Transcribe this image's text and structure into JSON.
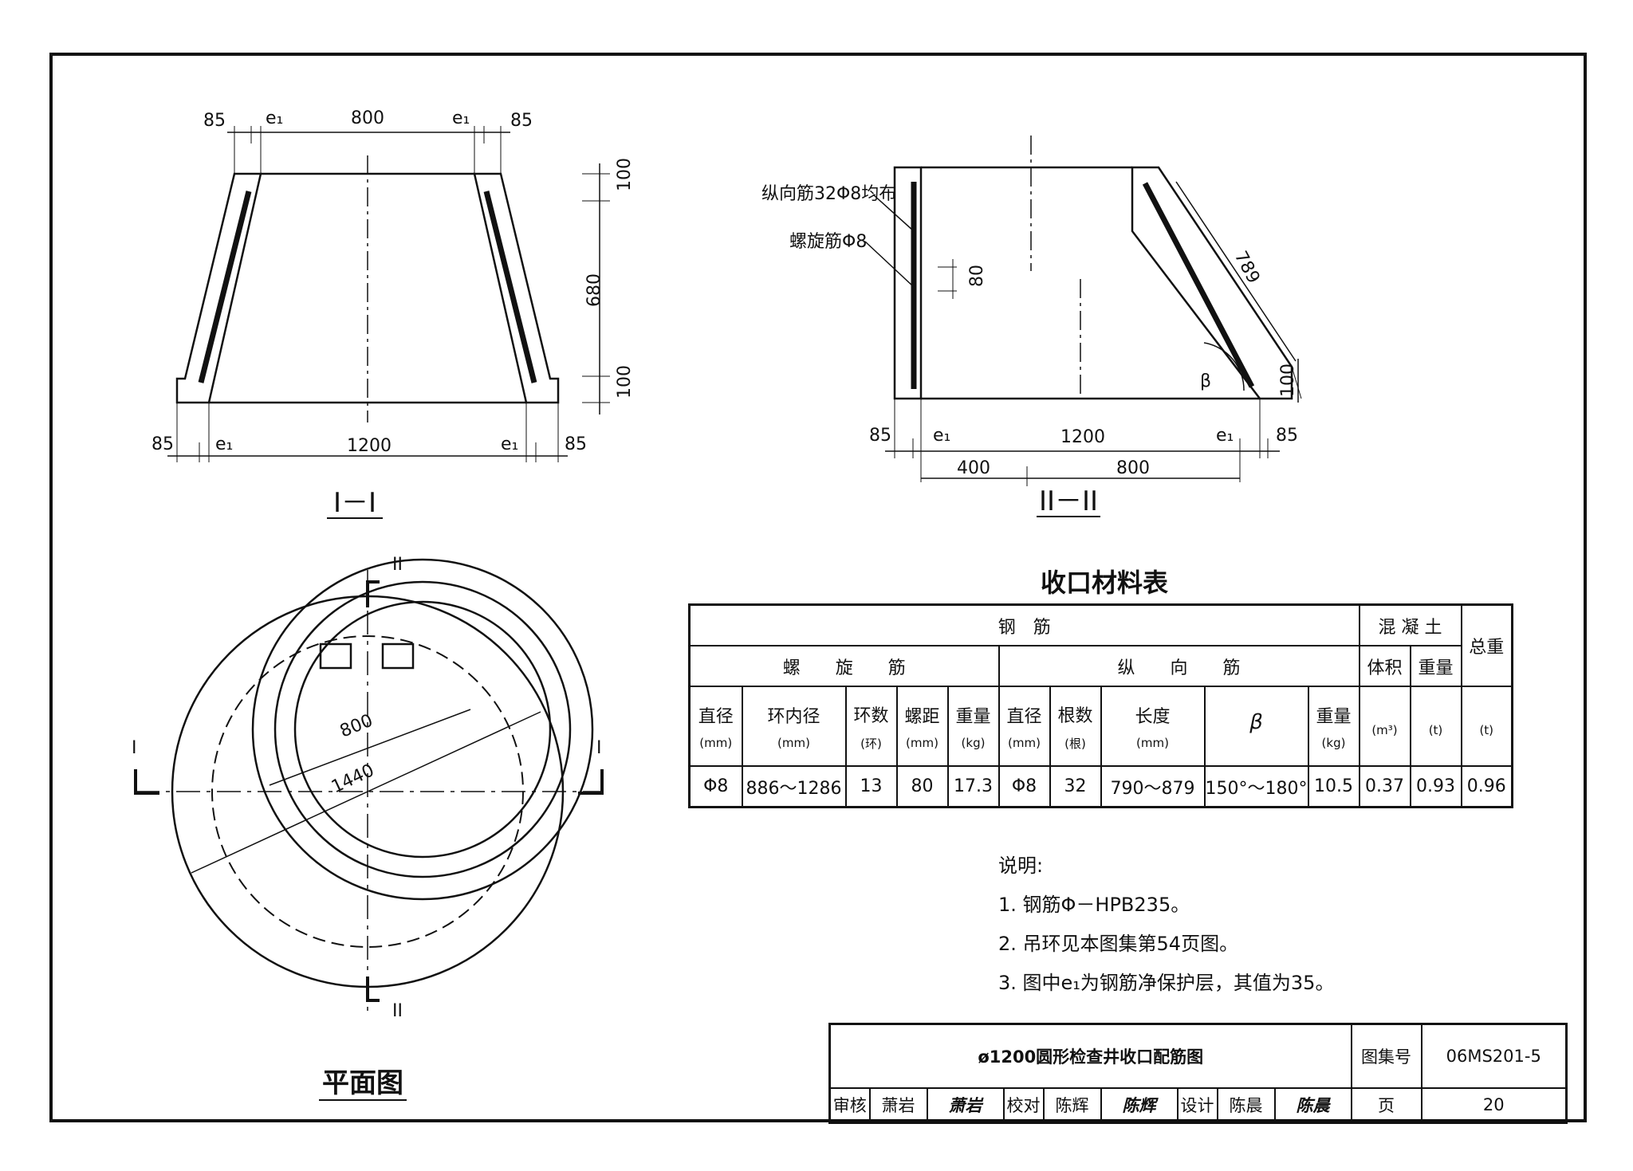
{
  "section1": {
    "caption": "I－I",
    "dims_top": [
      "85",
      "e₁",
      "800",
      "e₁",
      "85"
    ],
    "dims_bottom": [
      "85",
      "e₁",
      "1200",
      "e₁",
      "85"
    ],
    "dims_right": [
      "100",
      "680",
      "100"
    ]
  },
  "section2": {
    "caption": "II－II",
    "label_longitudinal": "纵向筋32Φ8均布",
    "label_spiral": "螺旋筋Φ8",
    "dim_spacing": "80",
    "dim_slope": "789",
    "dim_lip": "100",
    "angle_symbol": "β",
    "dims_bottom": [
      "85",
      "e₁",
      "1200",
      "e₁",
      "85"
    ],
    "dims_split": [
      "400",
      "800"
    ]
  },
  "plan": {
    "caption": "平面图",
    "cut_I": "I",
    "cut_II": "II",
    "dim_inner": "800",
    "dim_outer": "1440"
  },
  "material_table": {
    "title": "收口材料表",
    "header_steel": "钢　筋",
    "header_concrete": "混 凝 土",
    "header_total": "总重",
    "header_spiral": "螺　　旋　　筋",
    "header_long": "纵　　向　　筋",
    "header_volume": "体积",
    "header_weight": "重量",
    "columns": [
      {
        "name": "直径",
        "unit": "(mm)"
      },
      {
        "name": "环内径",
        "unit": "(mm)"
      },
      {
        "name": "环数",
        "unit": "(环)"
      },
      {
        "name": "螺距",
        "unit": "(mm)"
      },
      {
        "name": "重量",
        "unit": "(kg)"
      },
      {
        "name": "直径",
        "unit": "(mm)"
      },
      {
        "name": "根数",
        "unit": "(根)"
      },
      {
        "name": "长度",
        "unit": "(mm)"
      },
      {
        "name": "β",
        "unit": ""
      },
      {
        "name": "重量",
        "unit": "(kg)"
      },
      {
        "name": "",
        "unit": "(m³)"
      },
      {
        "name": "",
        "unit": "(t)"
      },
      {
        "name": "",
        "unit": "(t)"
      }
    ],
    "row": [
      "Φ8",
      "886～1286",
      "13",
      "80",
      "17.3",
      "Φ8",
      "32",
      "790～879",
      "150°～180°",
      "10.5",
      "0.37",
      "0.93",
      "0.96"
    ]
  },
  "notes": {
    "heading": "说明:",
    "items": [
      "1. 钢筋Φ－HPB235。",
      "2. 吊环见本图集第54页图。",
      "3. 图中e₁为钢筋净保护层，其值为35。"
    ]
  },
  "title_block": {
    "title": "ø1200圆形检查井收口配筋图",
    "atlas_label": "图集号",
    "atlas_no": "06MS201-5",
    "review_label": "审核",
    "reviewer": "萧岩",
    "reviewer_sig": "萧岩",
    "check_label": "校对",
    "checker": "陈辉",
    "checker_sig": "陈辉",
    "design_label": "设计",
    "designer": "陈晨",
    "designer_sig": "陈晨",
    "page_label": "页",
    "page_no": "20"
  }
}
